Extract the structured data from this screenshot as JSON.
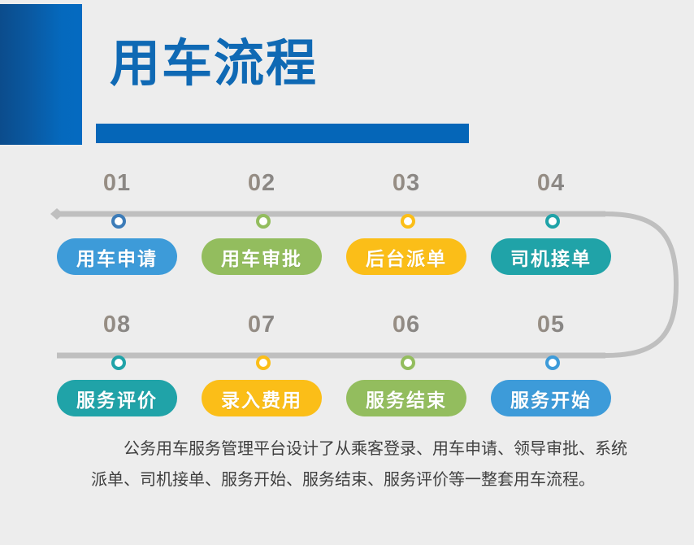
{
  "header": {
    "title": "用车流程",
    "accent_color": "#0566b8",
    "block_gradient_from": "#0b4c8c",
    "block_gradient_to": "#056ac1"
  },
  "flow": {
    "line_color": "#bfbfbf",
    "rows": [
      {
        "name": "row-top",
        "has_start_arrow": true,
        "steps": [
          {
            "number": "01",
            "label": "用车申请",
            "color": "#3d9bd9"
          },
          {
            "number": "02",
            "label": "用车审批",
            "color": "#93bd5e"
          },
          {
            "number": "03",
            "label": "后台派单",
            "color": "#fbbe18"
          },
          {
            "number": "04",
            "label": "司机接单",
            "color": "#20a3a8"
          }
        ]
      },
      {
        "name": "row-bottom",
        "has_start_arrow": false,
        "steps": [
          {
            "number": "08",
            "label": "服务评价",
            "color": "#20a3a8"
          },
          {
            "number": "07",
            "label": "录入费用",
            "color": "#fbbe18"
          },
          {
            "number": "06",
            "label": "服务结束",
            "color": "#93bd5e"
          },
          {
            "number": "05",
            "label": "服务开始",
            "color": "#3d9bd9"
          }
        ]
      }
    ]
  },
  "caption": {
    "text": "公务用车服务管理平台设计了从乘客登录、用车申请、领导审批、系统派单、司机接单、服务开始、服务结束、服务评价等一整套用车流程。"
  }
}
